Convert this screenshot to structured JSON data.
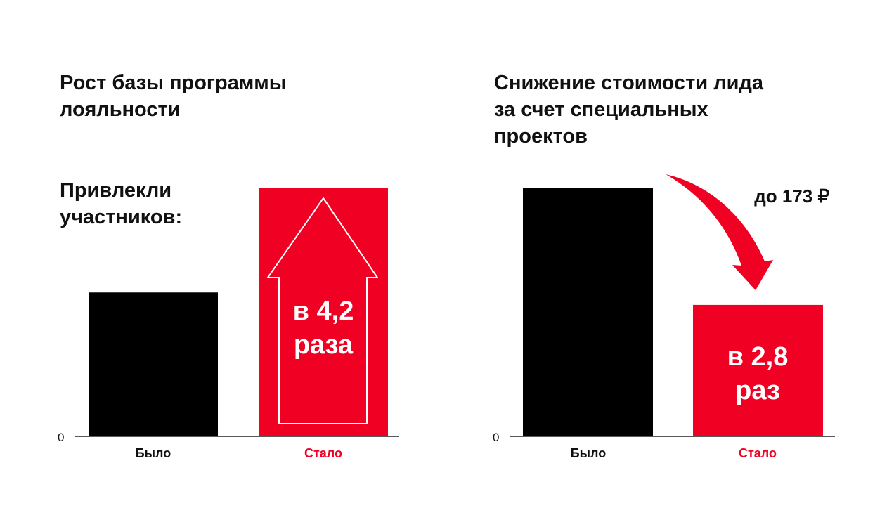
{
  "colors": {
    "before": "#000000",
    "after": "#F00022",
    "text": "#111111"
  },
  "chart_data": [
    {
      "type": "bar",
      "title": "Рост базы программы лояльности",
      "subtitle": "Привлекли участников:",
      "categories": [
        "Было",
        "Стало"
      ],
      "values": [
        58,
        100
      ],
      "ylim": [
        0,
        100
      ],
      "y_tick_labels": [
        "0"
      ],
      "annotation": "в 4,2 раза",
      "annotation_lines": [
        "в 4,2",
        "раза"
      ],
      "grid": false
    },
    {
      "type": "bar",
      "title": "Снижение стоимости лида за счет специальных проектов",
      "categories": [
        "Было",
        "Стало"
      ],
      "values": [
        100,
        53
      ],
      "ylim": [
        0,
        100
      ],
      "y_tick_labels": [
        "0"
      ],
      "annotation": "в 2,8 раз",
      "annotation_lines": [
        "в 2,8",
        "раз"
      ],
      "callout": "до 173 ₽",
      "grid": false
    }
  ],
  "titles": {
    "left": [
      "Рост базы программы",
      "лояльности"
    ],
    "left_sub": [
      "Привлекли",
      "участников:"
    ],
    "right": [
      "Снижение стоимости лида",
      "за счет специальных",
      "проектов"
    ]
  }
}
